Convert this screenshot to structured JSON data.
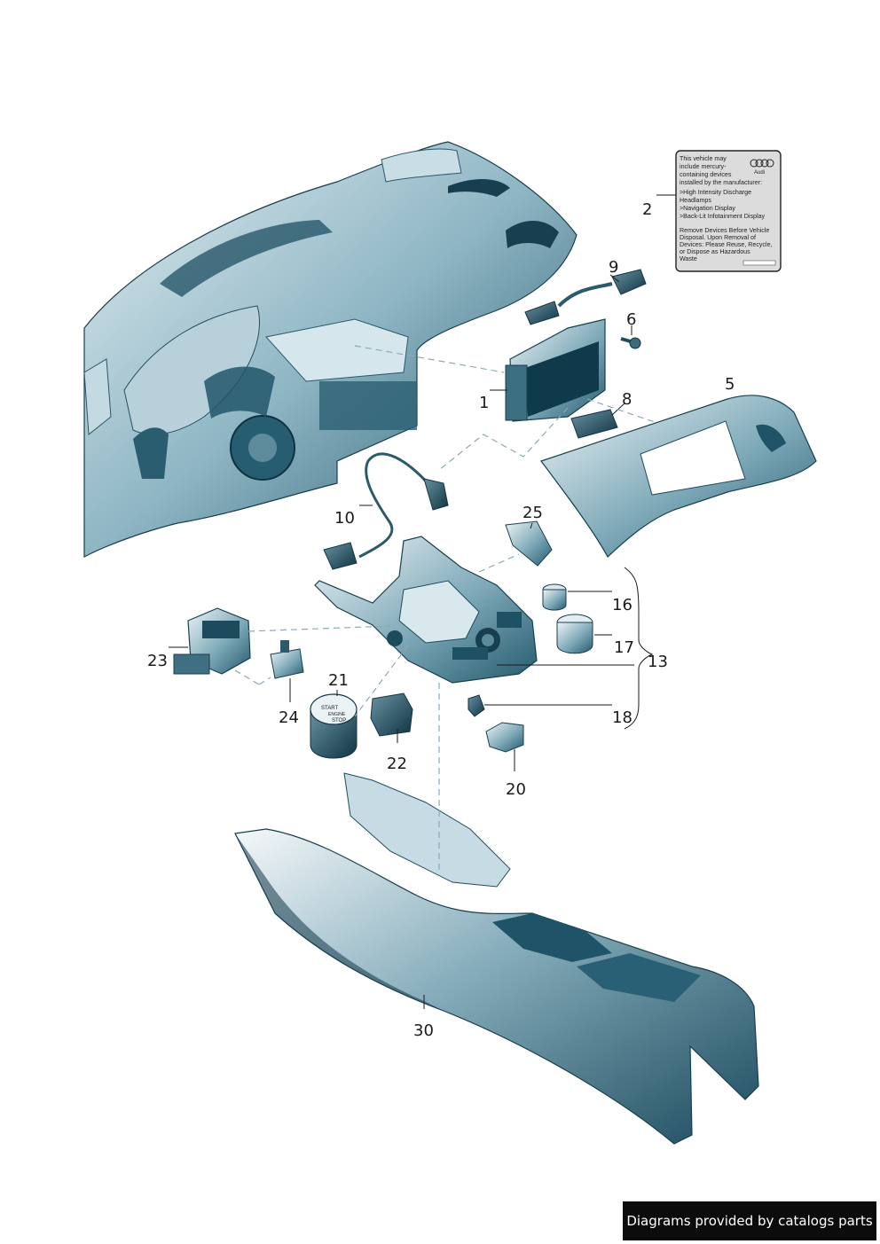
{
  "callouts": [
    {
      "id": "1",
      "text": "1"
    },
    {
      "id": "2",
      "text": "2"
    },
    {
      "id": "5",
      "text": "5"
    },
    {
      "id": "6",
      "text": "6"
    },
    {
      "id": "8",
      "text": "8"
    },
    {
      "id": "9",
      "text": "9"
    },
    {
      "id": "10",
      "text": "10"
    },
    {
      "id": "13",
      "text": "13"
    },
    {
      "id": "16",
      "text": "16"
    },
    {
      "id": "17",
      "text": "17"
    },
    {
      "id": "18",
      "text": "18"
    },
    {
      "id": "20",
      "text": "20"
    },
    {
      "id": "21",
      "text": "21"
    },
    {
      "id": "22",
      "text": "22"
    },
    {
      "id": "23",
      "text": "23"
    },
    {
      "id": "24",
      "text": "24"
    },
    {
      "id": "25",
      "text": "25"
    },
    {
      "id": "30",
      "text": "30"
    }
  ],
  "warning_label": {
    "lines": [
      "This vehicle may",
      "include mercury-",
      "containing devices",
      "installed by the manufacturer:",
      ">High Intensity Discharge",
      "   Headlamps",
      ">Navigation Display",
      ">Back-Lit Infotainment Display",
      "",
      "Remove Devices Before Vehicle",
      "Disposal. Upon Removal of",
      "Devices: Please Reuse, Recycle,",
      "or Dispose as Hazardous",
      "Waste"
    ],
    "brand": "Audi"
  },
  "start_button": {
    "line1": "START",
    "line2": "ENGINE",
    "line3": "STOP"
  },
  "credit": "Diagrams provided by catalogs parts",
  "colors": {
    "part_dark": "#1d4f63",
    "part_mid": "#6fa3b4",
    "part_light": "#d8e8ee",
    "line": "#1a1a1a"
  }
}
